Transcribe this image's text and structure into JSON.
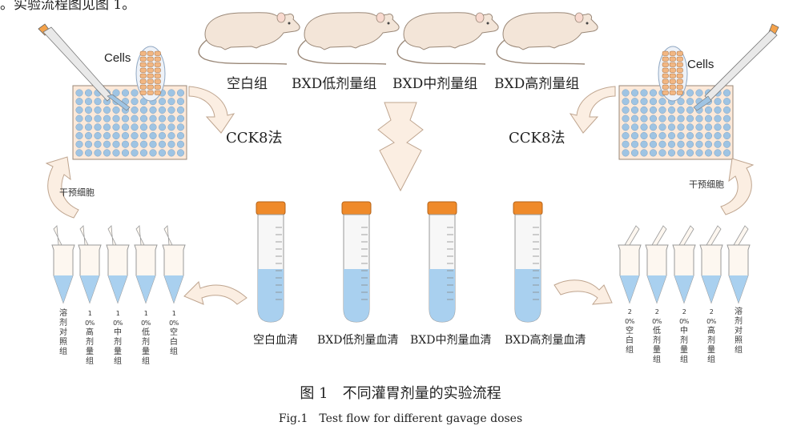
{
  "top_text": "。实验流程图见图 1。",
  "mouse_groups": [
    "空白组",
    "BXD低剂量组",
    "BXD中剂量组",
    "BXD高剂量组"
  ],
  "serum_tubes": [
    "空白血清",
    "BXD低剂量血清",
    "BXD中剂量血清",
    "BXD高剂量血清"
  ],
  "method_label": "CCK8法",
  "cells_label": "Cells",
  "intervene_label": "干预细胞",
  "left_tubes": [
    {
      "pct": "",
      "chars": "溶剂对照组"
    },
    {
      "pct": "10%",
      "chars": "高剂量组"
    },
    {
      "pct": "10%",
      "chars": "中剂量组"
    },
    {
      "pct": "10%",
      "chars": "低剂量组"
    },
    {
      "pct": "10%",
      "chars": "空白组"
    }
  ],
  "right_tubes": [
    {
      "pct": "20%",
      "chars": "空白组"
    },
    {
      "pct": "20%",
      "chars": "低剂量组"
    },
    {
      "pct": "20%",
      "chars": "中剂量组"
    },
    {
      "pct": "20%",
      "chars": "高剂量组"
    },
    {
      "pct": "",
      "chars": "溶剂对照组"
    }
  ],
  "caption_cn": "图 1　不同灌胃剂量的实验流程",
  "caption_en": "Fig.1　Test flow for different gavage doses",
  "colors": {
    "mouse_fill": "#f3e5d8",
    "arrow_fill": "#fbeee2",
    "liquid_blue": "#a9d0ef",
    "cap_orange": "#ef8a2a",
    "plate_fill": "#fce9d9",
    "well_fill": "#9fc4e3",
    "cell_fill": "#f2b783"
  }
}
